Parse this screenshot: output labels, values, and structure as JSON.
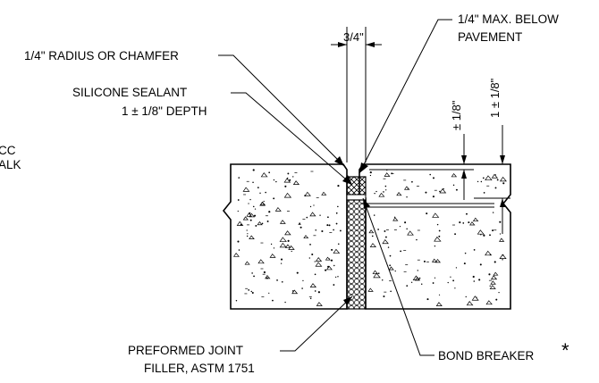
{
  "labels": {
    "radius_chamfer": "1/4\" RADIUS OR CHAMFER",
    "sealant_line1": "SILICONE SEALANT",
    "sealant_line2": "1 ± 1/8\" DEPTH",
    "max_below_line1": "1/4\" MAX. BELOW",
    "max_below_line2": "PAVEMENT",
    "joint_filler_line1": "PREFORMED JOINT",
    "joint_filler_line2": "FILLER, ASTM 1751",
    "bond_breaker": "BOND BREAKER",
    "asterisk": "*",
    "left_partial_line1": "CC",
    "left_partial_line2": "ALK"
  },
  "dimensions": {
    "joint_width": "3/4\"",
    "recess": "± 1/8\"",
    "sealant_depth": "1 ± 1/8\""
  },
  "colors": {
    "line": "#000000",
    "background": "#ffffff"
  }
}
